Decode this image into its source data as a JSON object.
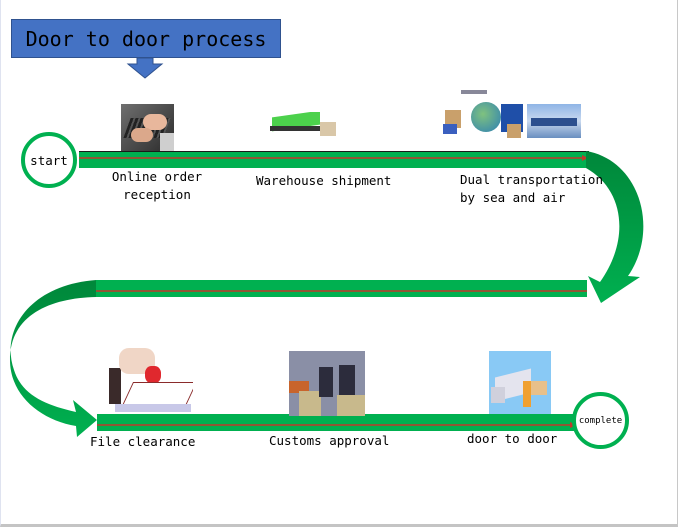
{
  "title": "Door to door process",
  "start_label": "start",
  "end_label": "complete",
  "steps": [
    {
      "label_line1": "Online order",
      "label_line2": "reception",
      "icon": "laptop-typing-icon"
    },
    {
      "label_line1": "Warehouse shipment",
      "label_line2": "",
      "icon": "green-truck-icon"
    },
    {
      "label_line1": "Dual transportation",
      "label_line2": "by sea and air",
      "icon": "plane-ship-globe-icon"
    },
    {
      "label_line1": "File clearance",
      "label_line2": "",
      "icon": "stamp-document-icon"
    },
    {
      "label_line1": "Customs approval",
      "label_line2": "",
      "icon": "customs-officers-icon"
    },
    {
      "label_line1": "door to door",
      "label_line2": "",
      "icon": "delivery-truck-icon"
    }
  ],
  "colors": {
    "title_bg": "#4472c4",
    "bar_green": "#00b050",
    "arrow_dark_green": "#00873a",
    "line_red": "#c0392b"
  }
}
